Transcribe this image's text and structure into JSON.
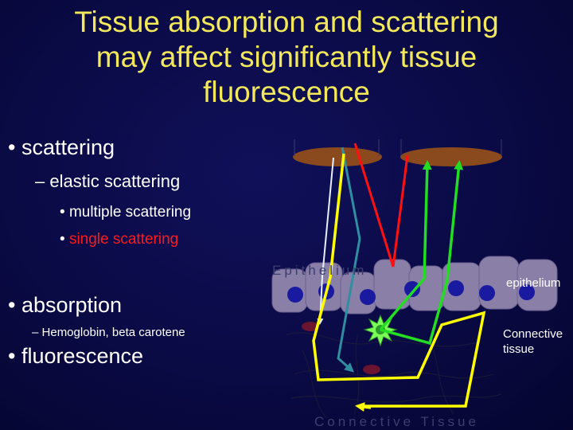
{
  "title": {
    "line1": "Tissue absorption and scattering",
    "line2": "may affect significantly tissue",
    "line3": "fluorescence"
  },
  "bullets": {
    "scattering": "scattering",
    "elastic": "elastic scattering",
    "multiple": "multiple scattering",
    "single": "single scattering",
    "absorption": "absorption",
    "absorbers": "Hemoglobin, beta carotene",
    "fluorescence": "fluorescence"
  },
  "diagram": {
    "epithelium_label": "epithelium",
    "connective_label_line1": "Connective",
    "connective_label_line2": "tissue",
    "watermark_epithelium": "Epithelium",
    "watermark_connective": "Connective Tissue"
  },
  "colors": {
    "title": "#f2e85a",
    "text": "#ffffff",
    "single_scattering": "#ff1a1a",
    "cells": "#8a7fa6",
    "nucleus": "#1a1aa0",
    "lens": "#8b4a1e",
    "blood": "#6a1430",
    "fluorophore": "#7dff5a",
    "path_yellow": "#ffff00",
    "path_green": "#22dd22",
    "path_teal": "#2f8ea0",
    "path_white": "#e8f0ff",
    "path_red": "#ff1010"
  }
}
